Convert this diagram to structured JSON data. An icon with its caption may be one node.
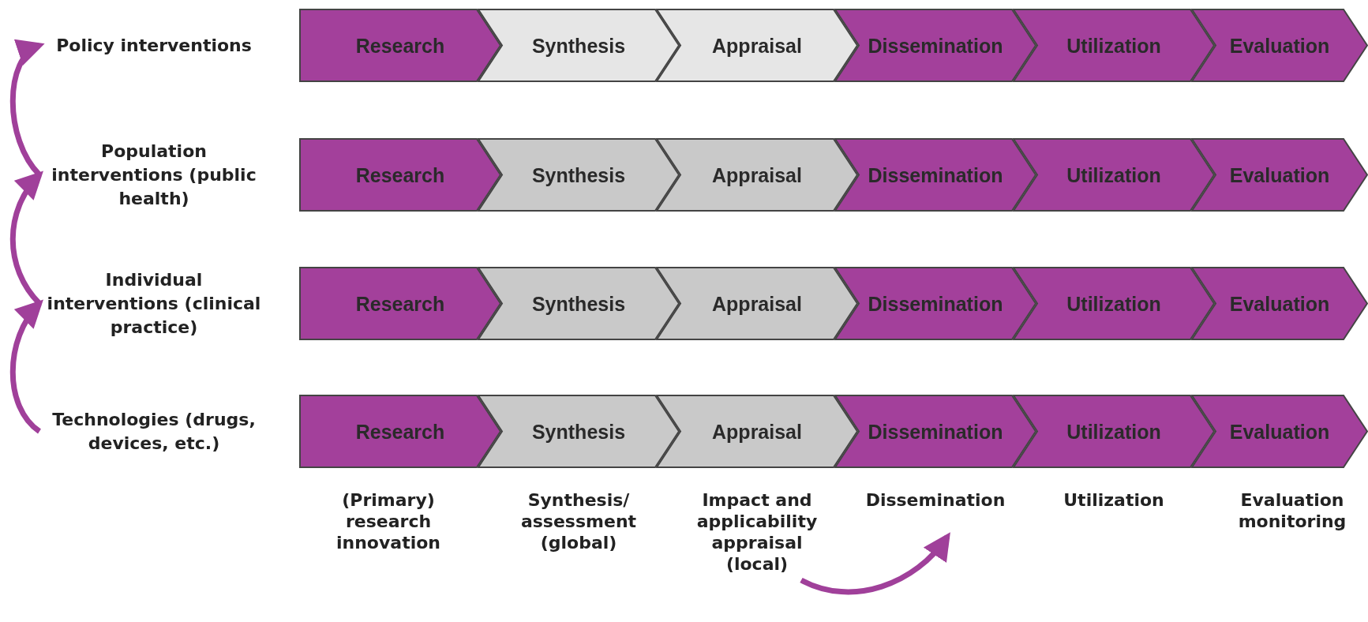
{
  "diagram": {
    "nodes": [
      {
        "text": [
          "Policy interventions"
        ]
      },
      {
        "text": [
          "Research"
        ]
      },
      {
        "text": [
          "Synthesis"
        ]
      },
      {
        "text": [
          "Appraisal"
        ]
      },
      {
        "text": [
          "Dissemination"
        ]
      },
      {
        "text": [
          "Utilization"
        ]
      },
      {
        "text": [
          "Evaluation"
        ]
      },
      {
        "text": [
          "Population interventions (public health)"
        ]
      },
      {
        "text": [
          "Research"
        ]
      },
      {
        "text": [
          "Synthesis"
        ]
      },
      {
        "text": [
          "Appraisal"
        ]
      },
      {
        "text": [
          "Dissemination"
        ]
      },
      {
        "text": [
          "Utilization"
        ]
      },
      {
        "text": [
          "Evaluation"
        ]
      },
      {
        "text": [
          "Individual interventions (clinical practice)"
        ]
      },
      {
        "text": [
          "Research"
        ]
      },
      {
        "text": [
          "Synthesis"
        ]
      },
      {
        "text": [
          "Appraisal"
        ]
      },
      {
        "text": [
          "Dissemination"
        ]
      },
      {
        "text": [
          "Utilization"
        ]
      },
      {
        "text": [
          "Evaluation"
        ]
      },
      {
        "text": [
          "Technologies (drugs, devices, etc.)"
        ]
      },
      {
        "text": [
          "Research"
        ]
      },
      {
        "text": [
          "Synthesis"
        ]
      },
      {
        "text": [
          "Appraisal"
        ]
      },
      {
        "text": [
          "Dissemination"
        ]
      },
      {
        "text": [
          "Utilization"
        ]
      },
      {
        "text": [
          "Evaluation"
        ]
      }
    ],
    "edges": [
      {
        "from": 21,
        "to": 14,
        "arrow": "to"
      },
      {
        "from": 14,
        "to": 7,
        "arrow": "to"
      },
      {
        "from": 7,
        "to": 0,
        "arrow": "to"
      }
    ],
    "labels": [
      "(Primary) research innovation",
      "Synthesis/ assessment (global)",
      "Impact and applicability appraisal (local)",
      "Dissemination",
      "Utilization",
      "Evaluation monitoring"
    ]
  }
}
